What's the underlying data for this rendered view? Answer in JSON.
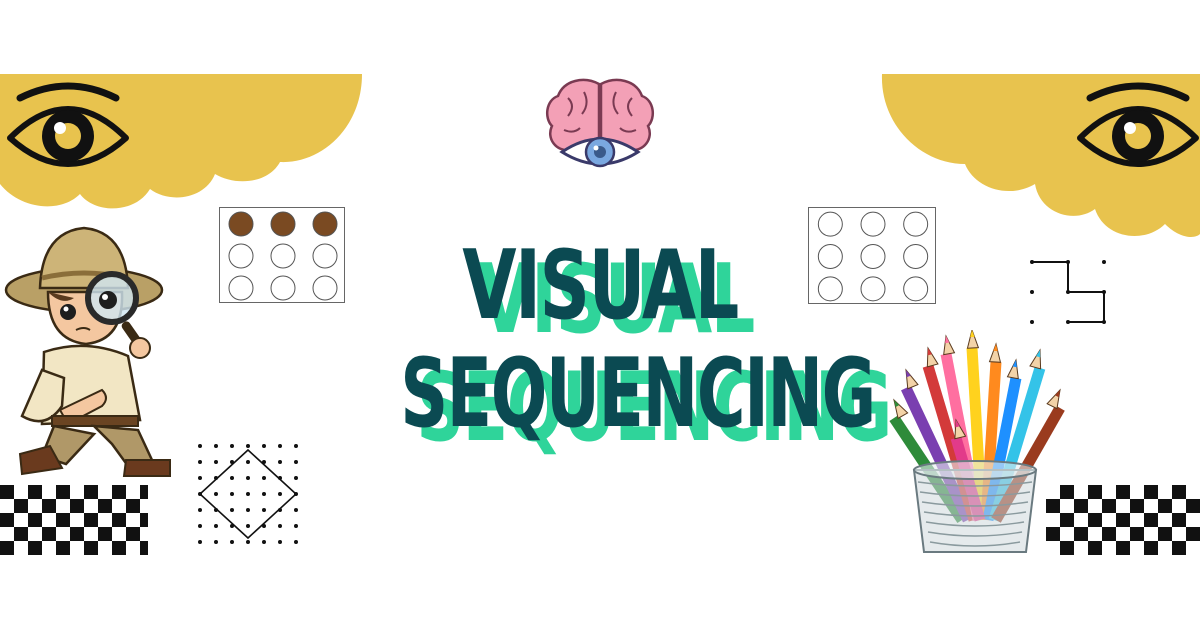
{
  "title": {
    "line1": "VISUAL",
    "line2": "SEQUENCING"
  },
  "colors": {
    "title_main": "#0b4a52",
    "title_shadow": "#2fd49a",
    "cloud": "#e8c34e",
    "checker": "#111111",
    "dot_filled": "#7a4a22",
    "brain": "#f3a0b6",
    "eye_iris": "#7aa8e0"
  },
  "icons": {
    "eye_left": "eye-icon",
    "eye_right": "eye-icon",
    "brain": "brain-eye-icon",
    "explorer": "explorer-with-magnifier-illustration",
    "pencils": "colored-pencils-cup-illustration",
    "dot_grid_left": "dot-pattern-grid",
    "dot_grid_right": "empty-dot-pattern-grid",
    "dot_diamond": "dot-diamond-pattern",
    "line_path": "dot-line-path-pattern",
    "checker_left": "checkerboard-pattern",
    "checker_right": "checkerboard-pattern"
  },
  "pattern_left": {
    "rows": 3,
    "cols": 3,
    "filled": [
      true,
      true,
      true,
      false,
      false,
      false,
      false,
      false,
      false
    ]
  },
  "pattern_right": {
    "rows": 3,
    "cols": 3,
    "filled": [
      false,
      false,
      false,
      false,
      false,
      false,
      false,
      false,
      false
    ]
  }
}
